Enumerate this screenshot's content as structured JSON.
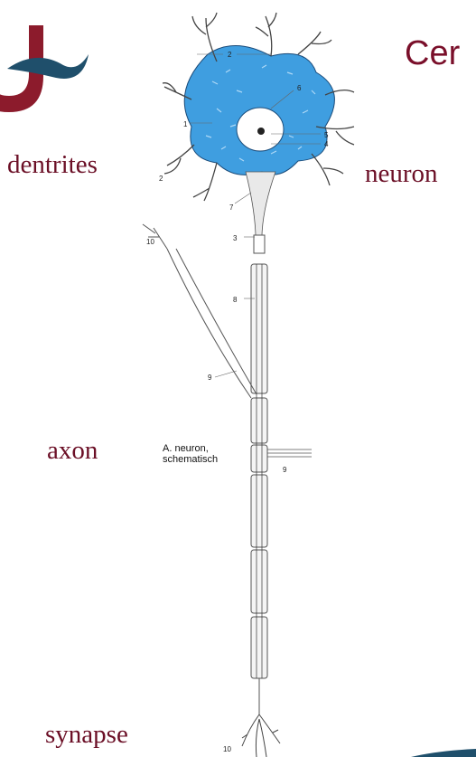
{
  "title": "Cer",
  "labels": {
    "dentrites": "dentrites",
    "neuron": "neuron",
    "axon": "axon",
    "synapse": "synapse"
  },
  "figure": {
    "caption_line1": "A. neuron,",
    "caption_line2": "schematisch",
    "part_numbers": [
      "1",
      "2",
      "2",
      "3",
      "4",
      "5",
      "6",
      "7",
      "8",
      "9",
      "9",
      "10",
      "10"
    ]
  },
  "colors": {
    "label": "#6b0f26",
    "title": "#7a0f2a",
    "logo_red": "#8c1b2c",
    "logo_teal": "#1f4f6b",
    "soma_blue": "#3f9ee0"
  }
}
